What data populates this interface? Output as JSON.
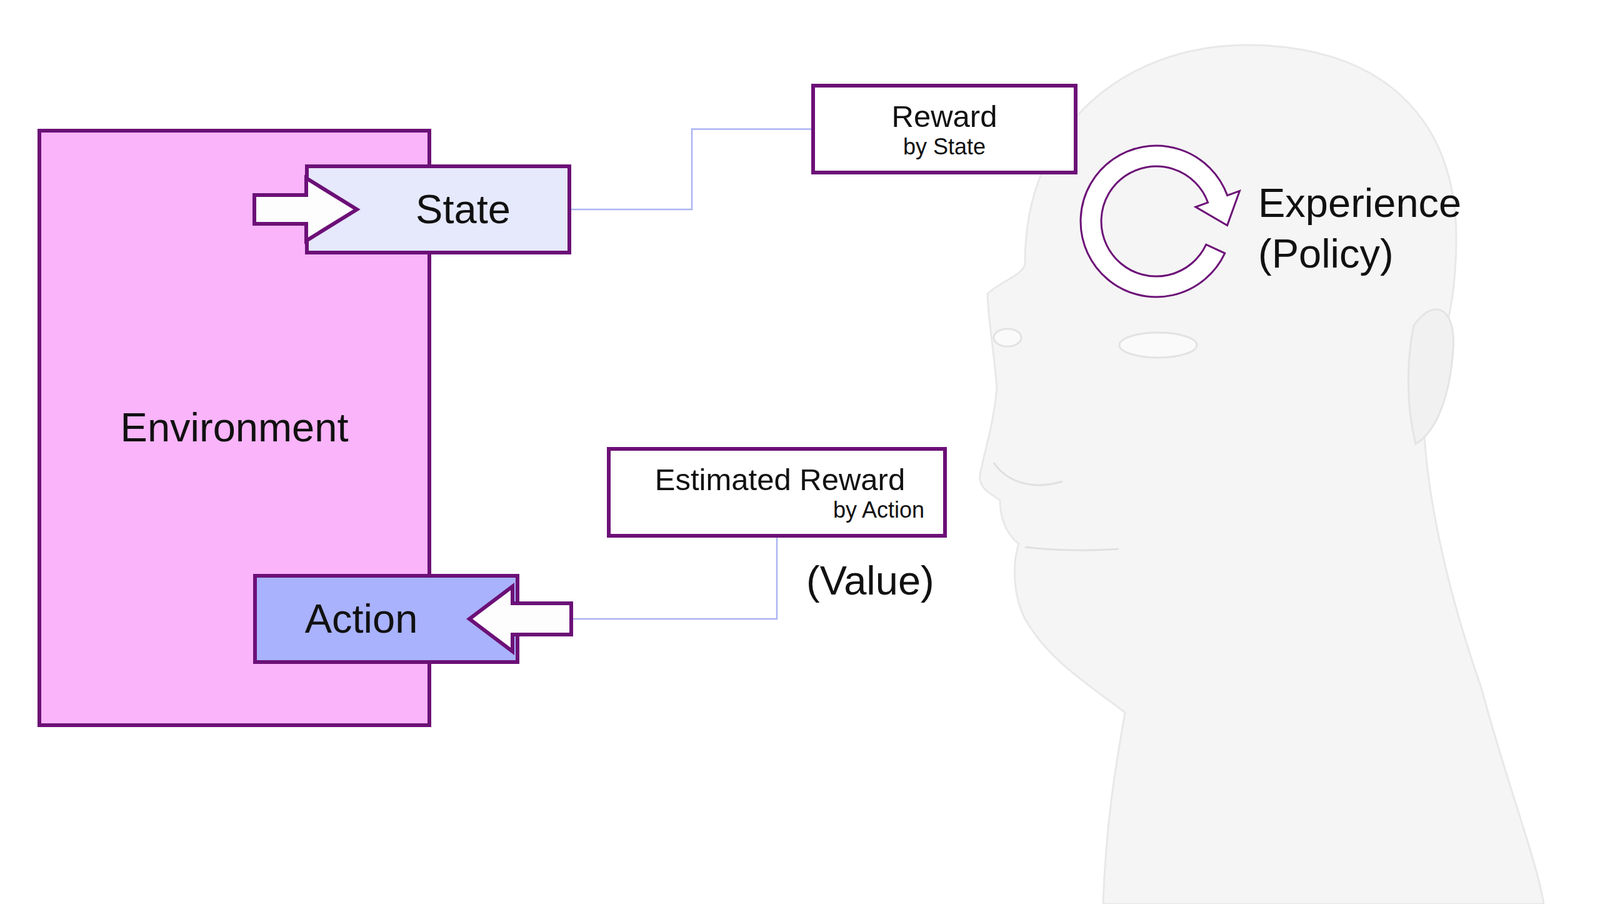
{
  "diagram": {
    "nodes": [
      {
        "text": [
          "Environment"
        ]
      },
      {
        "text": [
          "State"
        ]
      },
      {
        "text": [
          "Reward",
          "by State"
        ]
      },
      {
        "text": [
          "Estimated Reward",
          "by Action"
        ]
      },
      {
        "text": [
          "Action"
        ]
      }
    ],
    "edges": [
      {
        "from": 1,
        "to": 2,
        "arrow": "none"
      },
      {
        "from": 3,
        "to": 4,
        "arrow": "none"
      }
    ],
    "labels": [
      "(Value)",
      "Experience (Policy)"
    ]
  }
}
